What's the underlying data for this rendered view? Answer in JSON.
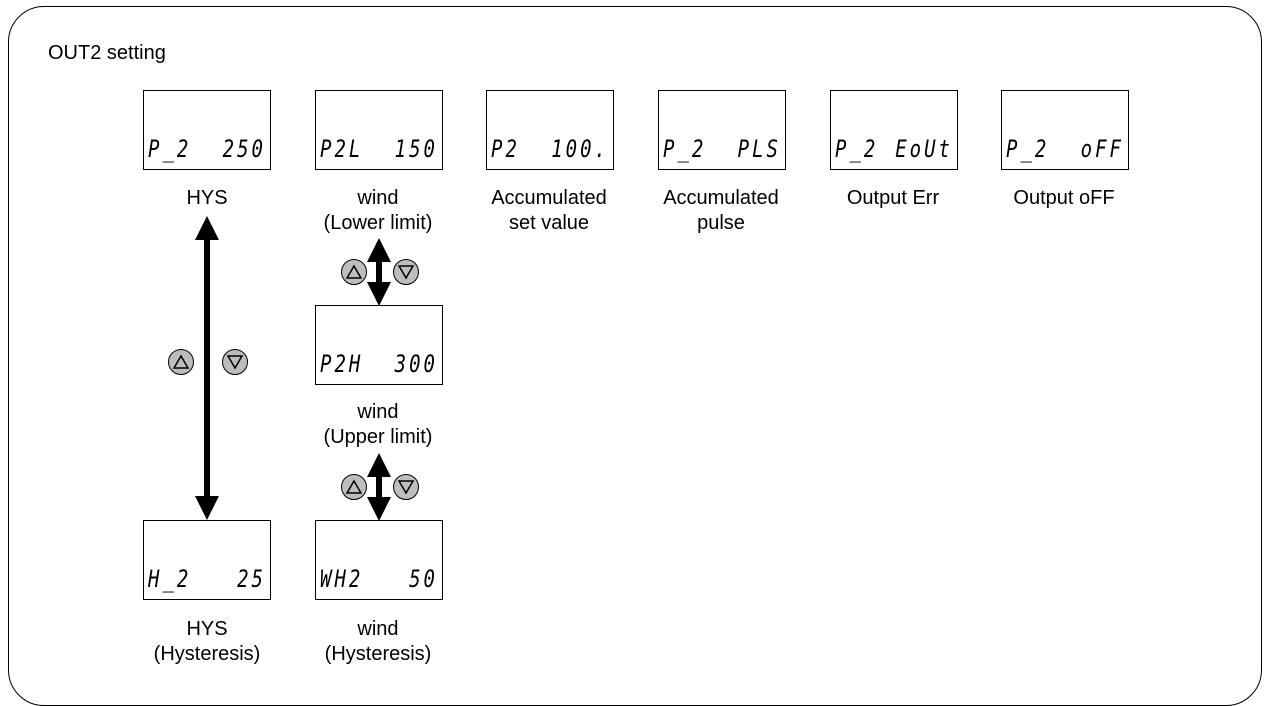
{
  "title": "OUT2 setting",
  "displays": [
    {
      "left": "P_2",
      "right": "250",
      "caption1": "HYS",
      "caption2": ""
    },
    {
      "left": "P2L",
      "right": "150",
      "caption1": "wind",
      "caption2": "(Lower limit)"
    },
    {
      "left": "P2",
      "right": "100.",
      "caption1": "Accumulated",
      "caption2": "set value"
    },
    {
      "left": "P_2",
      "right": "PLS",
      "caption1": "Accumulated",
      "caption2": "pulse"
    },
    {
      "left": "P_2",
      "right": "EoUt",
      "caption1": "Output Err",
      "caption2": ""
    },
    {
      "left": "P_2",
      "right": "oFF",
      "caption1": "Output oFF",
      "caption2": ""
    },
    {
      "left": "P2H",
      "right": "300",
      "caption1": "wind",
      "caption2": "(Upper limit)"
    },
    {
      "left": "H_2",
      "right": "25",
      "caption1": "HYS",
      "caption2": "(Hysteresis)"
    },
    {
      "left": "WH2",
      "right": "50",
      "caption1": "wind",
      "caption2": "(Hysteresis)"
    }
  ]
}
